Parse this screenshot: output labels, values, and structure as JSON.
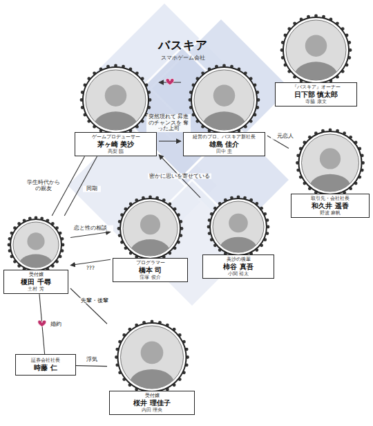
{
  "diagram": {
    "nodes": [
      {
        "text": [
          "バスキア",
          "スマホゲーム会社"
        ]
      },
      {
        "text": [
          "ゲームプロデューサー",
          "茅ヶ崎 美沙",
          "高梨 臨"
        ],
        "in": 0
      },
      {
        "text": [
          "経営のプロ、バスキア新社長",
          "雄島 佳介",
          "田中 圭"
        ],
        "in": 0
      },
      {
        "text": [
          "『バスキア』オーナー",
          "日下部 慎太郎",
          "寺脇 康文"
        ]
      },
      {
        "text": [
          "取引先・会社社長",
          "和久井 遥香",
          "野波 麻帆"
        ]
      },
      {
        "text": [
          "受付嬢",
          "榎田 千尋",
          "土村 芳"
        ]
      },
      {
        "text": [
          "プログラマー",
          "橋本 司",
          "窪塚 俊介"
        ],
        "in": 0
      },
      {
        "text": [
          "美沙の後輩",
          "柿谷 真吾",
          "小関 裕太"
        ],
        "in": 0
      },
      {
        "text": [
          "証券会社社長",
          "時藤 仁"
        ]
      },
      {
        "text": [
          "受付嬢",
          "桜井 理佳子",
          "内田 理央"
        ]
      }
    ],
    "edges": [
      {
        "from": 2,
        "to": 1,
        "arrow": "to"
      },
      {
        "from": 1,
        "to": 2,
        "label": "突然現れて 昇進のチャンスを 奪った上司",
        "arrow": "to"
      },
      {
        "from": 2,
        "to": 4,
        "label": "元恋人",
        "arrow": "none"
      },
      {
        "from": 5,
        "to": 1,
        "label": "学生時代からの親友",
        "arrow": "none"
      },
      {
        "from": 5,
        "to": 1,
        "label": "同期",
        "arrow": "none"
      },
      {
        "from": 5,
        "to": 6,
        "label": "恋と性の相談",
        "arrow": "to"
      },
      {
        "from": 6,
        "to": 5,
        "label": "???",
        "arrow": "to"
      },
      {
        "from": 7,
        "to": 1,
        "label": "密かに思いを寄せている",
        "arrow": "to"
      },
      {
        "from": 5,
        "to": 8,
        "label": "婚約",
        "arrow": "none"
      },
      {
        "from": 5,
        "to": 9,
        "label": "先輩・後輩",
        "arrow": "none"
      },
      {
        "from": 8,
        "to": 9,
        "label": "浮気",
        "arrow": "none"
      }
    ]
  }
}
